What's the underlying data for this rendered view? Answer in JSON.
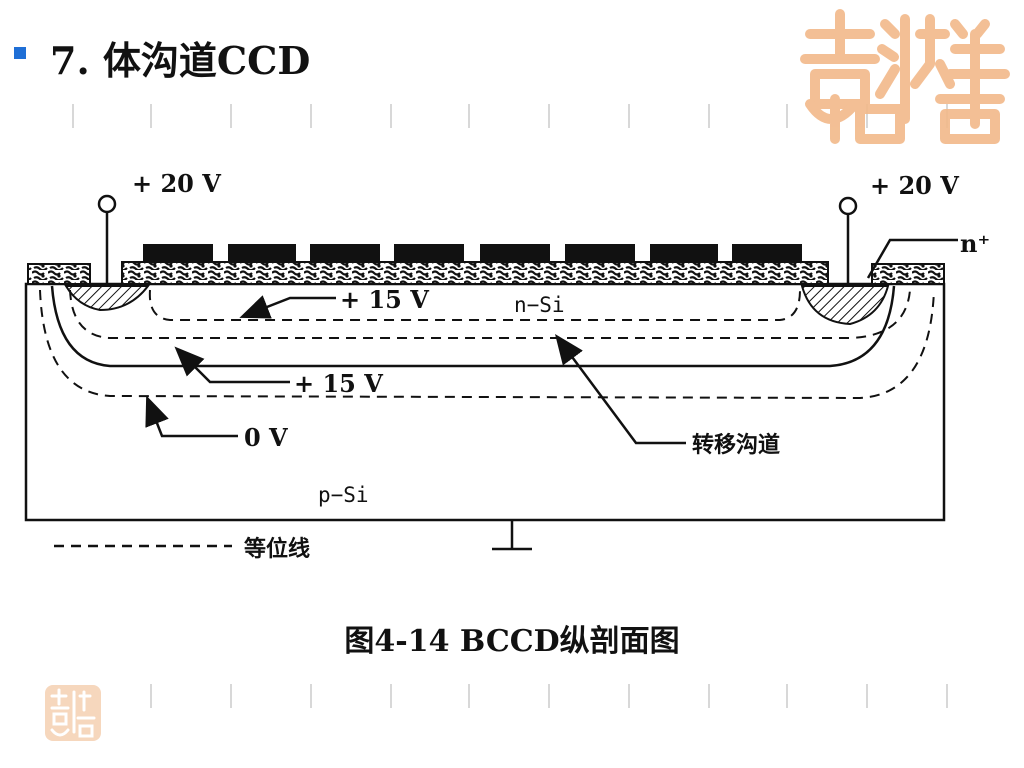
{
  "slide": {
    "title": "7.  体沟道CCD",
    "caption": "图4-14 BCCD纵剖面图"
  },
  "diagram": {
    "left_voltage": "+ 20 V",
    "right_voltage": "+ 20 V",
    "n_plus": "n⁺",
    "v15_top": "+ 15 V",
    "v15_mid": "+ 15 V",
    "v0": "0 V",
    "n_si": "n−Si",
    "p_si": "p−Si",
    "transfer_channel": "转移沟道",
    "legend_equipotential": "等位线"
  },
  "colors": {
    "bullet": "#1f6fd6",
    "logo": "#f2b98a",
    "ink": "#111111"
  },
  "icons": {
    "logo": "seal-logo",
    "ground": "ground-symbol",
    "bullet": "square-bullet"
  }
}
